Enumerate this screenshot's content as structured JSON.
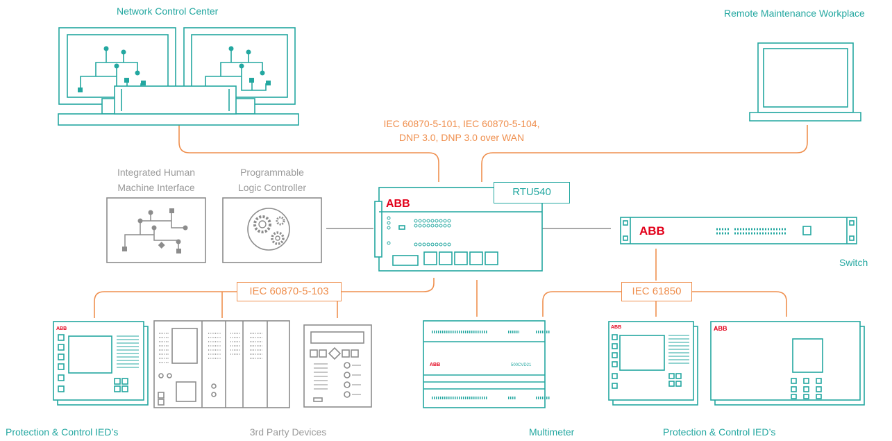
{
  "colors": {
    "teal": "#23a7a0",
    "orange": "#ef8f4e",
    "grey": "#8c8c8c",
    "abb_red": "#e2001a"
  },
  "labels": {
    "network_control_center": "Network Control Center",
    "remote_maintenance": "Remote Maintenance Workplace",
    "protocols_line1": "IEC 60870-5-101, IEC 60870-5-104,",
    "protocols_line2": "DNP 3.0, DNP 3.0 over WAN",
    "hmi_line1": "Integrated Human",
    "hmi_line2": "Machine Interface",
    "plc_line1": "Programmable",
    "plc_line2": "Logic Controller",
    "rtu": "RTU540",
    "switch": "Switch",
    "iec103": "IEC 60870-5-103",
    "iec61850": "IEC 61850",
    "ied_left": "Protection & Control IED’s",
    "third_party": "3rd Party Devices",
    "multimeter": "Multimeter",
    "ied_right": "Protection & Control IED’s"
  },
  "brand": {
    "abb": "ABB",
    "meter_model": "500CVD21"
  }
}
